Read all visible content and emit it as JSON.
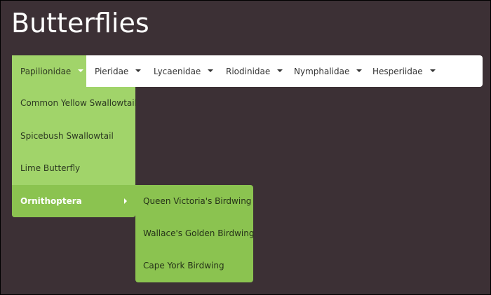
{
  "page": {
    "title": "Butterflies"
  },
  "colors": {
    "background": "#3c3035",
    "menubar": "#ffffff",
    "dropdown": "#a1d46a",
    "dropdown_hover": "#8bc350",
    "title_text": "#ffffff"
  },
  "menu": {
    "items": [
      {
        "label": "Papilionidae",
        "active": true,
        "icon": "caret-down-icon"
      },
      {
        "label": "Pieridae",
        "active": false,
        "icon": "caret-down-icon"
      },
      {
        "label": "Lycaenidae",
        "active": false,
        "icon": "caret-down-icon"
      },
      {
        "label": "Riodinidae",
        "active": false,
        "icon": "caret-down-icon"
      },
      {
        "label": "Nymphalidae",
        "active": false,
        "icon": "caret-down-icon"
      },
      {
        "label": "Hesperiidae",
        "active": false,
        "icon": "caret-down-icon"
      }
    ]
  },
  "dropdown": {
    "items": [
      {
        "label": "Common Yellow Swallowtail"
      },
      {
        "label": "Spicebush Swallowtail"
      },
      {
        "label": "Lime Butterfly"
      },
      {
        "label": "Ornithoptera",
        "hovered": true,
        "icon": "caret-right-icon"
      }
    ]
  },
  "submenu": {
    "items": [
      {
        "label": "Queen Victoria's Birdwing"
      },
      {
        "label": "Wallace's Golden Birdwing"
      },
      {
        "label": "Cape York Birdwing"
      }
    ]
  }
}
